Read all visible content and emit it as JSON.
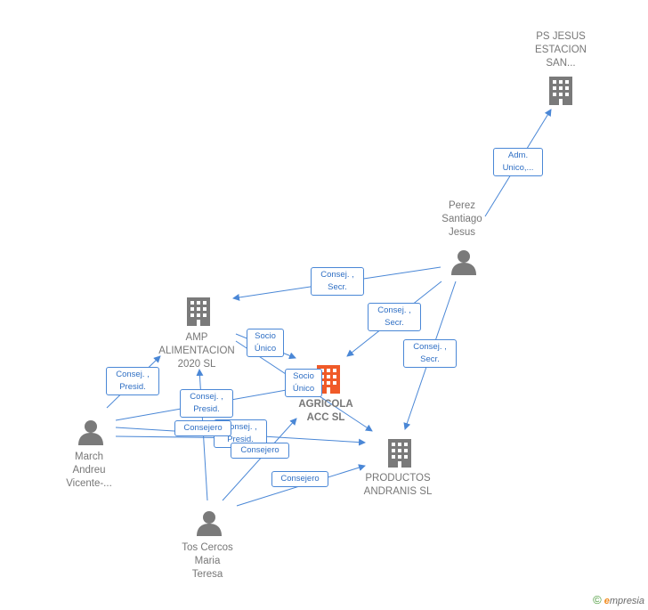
{
  "colors": {
    "edge": "#4a87d6",
    "node_icon": "#7a7a7a",
    "main_icon": "#f05a28",
    "label": "#777777"
  },
  "nodes": {
    "ps_jesus": {
      "label": "PS JESUS\nESTACION\nSAN...",
      "kind": "company"
    },
    "perez": {
      "label": "Perez\nSantiago\nJesus",
      "kind": "person"
    },
    "amp": {
      "label": "AMP\nALIMENTACION\n2020  SL",
      "kind": "company"
    },
    "agricola": {
      "label": "AGRICOLA\nACC  SL",
      "kind": "company-main"
    },
    "productos": {
      "label": "PRODUCTOS\nANDRANIS SL",
      "kind": "company"
    },
    "march": {
      "label": "March\nAndreu\nVicente-...",
      "kind": "person"
    },
    "tos": {
      "label": "Tos Cercos\nMaria\nTeresa",
      "kind": "person"
    }
  },
  "edge_labels": {
    "adm_unico": "Adm.\nUnico,...",
    "consej_secr_1": "Consej. ,\nSecr.",
    "consej_secr_2": "Consej. ,\nSecr.",
    "consej_secr_3": "Consej. ,\nSecr.",
    "socio_unico_1": "Socio\nÚnico",
    "socio_unico_2": "Socio\nÚnico",
    "consej_presid_1": "Consej. ,\nPresid.",
    "consej_presid_2": "Consej. ,\nPresid.",
    "consej_presid_3": "Consej. ,\nPresid.",
    "consejero_1": "Consejero",
    "consejero_2": "Consejero",
    "consejero_3": "Consejero"
  },
  "footer": {
    "copyright": "©",
    "brand_first": "e",
    "brand_rest": "mpresia"
  }
}
